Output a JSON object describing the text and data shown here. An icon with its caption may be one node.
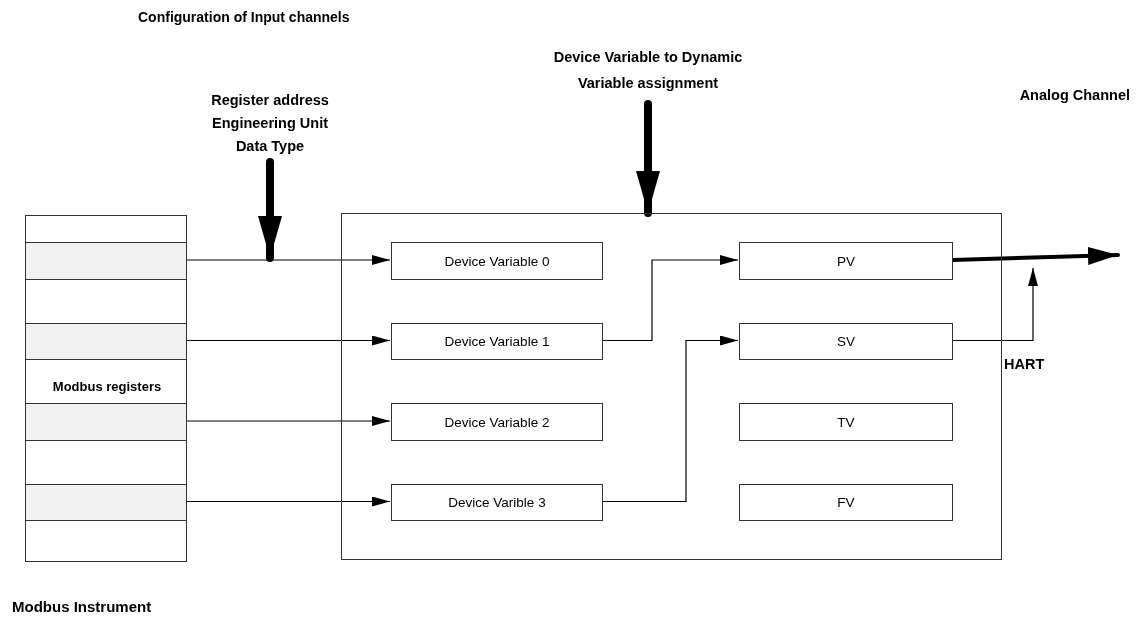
{
  "diagram": {
    "title": "Configuration of Input channels",
    "nodes": [
      {
        "text": [
          "Modbus registers"
        ],
        "beside": [
          "Modbus Instrument"
        ]
      },
      {
        "text": [],
        "shape": "box",
        "in": 0
      },
      {
        "text": [],
        "shape": "box",
        "in": 0
      },
      {
        "text": [],
        "shape": "box",
        "in": 0
      },
      {
        "text": [],
        "shape": "box",
        "in": 0
      },
      {
        "text": [],
        "shape": "box"
      },
      {
        "text": [
          "Device Variable 0"
        ],
        "in": 5
      },
      {
        "text": [
          "Device Variable 1"
        ],
        "in": 5
      },
      {
        "text": [
          "Device Variable 2"
        ],
        "in": 5
      },
      {
        "text": [
          "Device Varible 3"
        ],
        "in": 5
      },
      {
        "text": [
          "PV"
        ],
        "in": 5
      },
      {
        "text": [
          "SV"
        ],
        "in": 5
      },
      {
        "text": [
          "TV"
        ],
        "in": 5
      },
      {
        "text": [
          "FV"
        ],
        "in": 5
      },
      {
        "text": [
          "Register address Engineering Unit Data Type"
        ]
      },
      {
        "text": [
          "Device Variable to Dynamic Variable assignment"
        ]
      }
    ],
    "edges": [
      {
        "from": 1,
        "to": 6,
        "arrow": "to"
      },
      {
        "from": 2,
        "to": 7,
        "arrow": "to"
      },
      {
        "from": 3,
        "to": 8,
        "arrow": "to"
      },
      {
        "from": 4,
        "to": 9,
        "arrow": "to"
      },
      {
        "from": 7,
        "to": 10,
        "arrow": "to"
      },
      {
        "from": 9,
        "to": 11,
        "arrow": "to"
      },
      {
        "from": 10,
        "to": null,
        "arrow": "to",
        "style": "thick"
      },
      {
        "from": 11,
        "to": null,
        "arrow": "to"
      },
      {
        "from": 14,
        "to": null,
        "arrow": "to",
        "style": "thick"
      },
      {
        "from": 15,
        "to": 5,
        "arrow": "to",
        "style": "thick"
      }
    ],
    "labels": [
      "Analog Channel",
      "HART"
    ]
  }
}
